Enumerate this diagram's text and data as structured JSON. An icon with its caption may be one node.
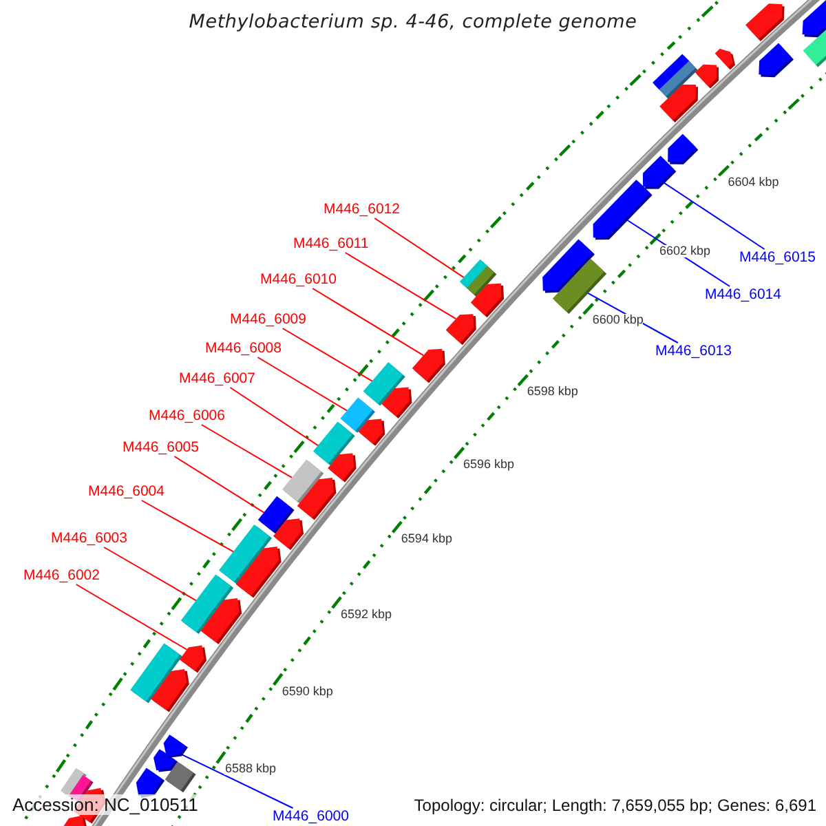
{
  "diagram": {
    "title": "Methylobacterium sp. 4-46, complete genome",
    "nodes": [
      {
        "text": [
          "M446_6012"
        ]
      },
      {
        "text": [
          "M446_6011"
        ]
      },
      {
        "text": [
          "M446_6010"
        ]
      },
      {
        "text": [
          "M446_6009"
        ]
      },
      {
        "text": [
          "M446_6008"
        ]
      },
      {
        "text": [
          "M446_6007"
        ]
      },
      {
        "text": [
          "M446_6006"
        ]
      },
      {
        "text": [
          "M446_6005"
        ]
      },
      {
        "text": [
          "M446_6004"
        ]
      },
      {
        "text": [
          "M446_6003"
        ]
      },
      {
        "text": [
          "M446_6002"
        ]
      },
      {
        "text": [
          "M446_6015"
        ]
      },
      {
        "text": [
          "M446_6014"
        ]
      },
      {
        "text": [
          "M446_6013"
        ]
      },
      {
        "text": [
          "M446_6000"
        ]
      },
      {
        "text": [],
        "shape": "box"
      },
      {
        "text": [],
        "shape": "box"
      },
      {
        "text": [],
        "shape": "arrow"
      },
      {
        "text": [],
        "shape": "arrow"
      },
      {
        "text": [],
        "shape": "arrow"
      },
      {
        "text": [],
        "shape": "box"
      },
      {
        "text": [],
        "shape": "arrow"
      },
      {
        "text": [],
        "shape": "arrow"
      },
      {
        "text": [],
        "shape": "arrow"
      },
      {
        "text": [],
        "shape": "box"
      },
      {
        "text": [],
        "shape": "arrow"
      },
      {
        "text": [],
        "shape": "box"
      },
      {
        "text": [],
        "shape": "arrow"
      },
      {
        "text": [],
        "shape": "box"
      },
      {
        "text": [],
        "shape": "arrow"
      },
      {
        "text": [],
        "shape": "box"
      },
      {
        "text": [],
        "shape": "arrow"
      },
      {
        "text": [],
        "shape": "box"
      },
      {
        "text": [],
        "shape": "arrow"
      },
      {
        "text": [],
        "shape": "box"
      },
      {
        "text": [],
        "shape": "arrow"
      },
      {
        "text": [],
        "shape": "box"
      },
      {
        "text": [],
        "shape": "arrow"
      },
      {
        "text": [],
        "shape": "box"
      },
      {
        "text": [],
        "shape": "arrow"
      },
      {
        "text": [],
        "shape": "arrow"
      },
      {
        "text": [],
        "shape": "arrow"
      },
      {
        "text": [],
        "shape": "box"
      },
      {
        "text": [],
        "shape": "box"
      },
      {
        "text": [],
        "shape": "arrow"
      },
      {
        "text": [],
        "shape": "arrow"
      },
      {
        "text": [],
        "shape": "box"
      },
      {
        "text": [],
        "shape": "arrow"
      },
      {
        "text": [],
        "shape": "arrow"
      },
      {
        "text": [],
        "shape": "arrow"
      },
      {
        "text": [],
        "shape": "arrow"
      },
      {
        "text": [],
        "shape": "box"
      },
      {
        "text": [],
        "shape": "box"
      },
      {
        "text": [],
        "shape": "arrow"
      },
      {
        "text": [],
        "shape": "arrow"
      },
      {
        "text": [],
        "shape": "arrow"
      },
      {
        "text": [],
        "shape": "arrow"
      },
      {
        "text": [],
        "shape": "arrow"
      },
      {
        "text": [],
        "shape": "box"
      }
    ],
    "edges": [
      {
        "from": 0,
        "to": 44,
        "arrow": "none"
      },
      {
        "from": 1,
        "to": 41,
        "arrow": "none"
      },
      {
        "from": 2,
        "to": 40,
        "arrow": "none"
      },
      {
        "from": 3,
        "to": 39,
        "arrow": "none"
      },
      {
        "from": 4,
        "to": 37,
        "arrow": "none"
      },
      {
        "from": 5,
        "to": 35,
        "arrow": "none"
      },
      {
        "from": 6,
        "to": 33,
        "arrow": "none"
      },
      {
        "from": 7,
        "to": 31,
        "arrow": "none"
      },
      {
        "from": 8,
        "to": 29,
        "arrow": "none"
      },
      {
        "from": 9,
        "to": 27,
        "arrow": "none"
      },
      {
        "from": 10,
        "to": 25,
        "arrow": "none"
      },
      {
        "from": 11,
        "to": 48,
        "arrow": "none",
        "color": "#0000ff"
      },
      {
        "from": 12,
        "to": 47,
        "arrow": "none",
        "color": "#0000ff"
      },
      {
        "from": 13,
        "to": 46,
        "arrow": "none",
        "color": "#0000ff"
      },
      {
        "from": 14,
        "to": 23,
        "arrow": "none",
        "color": "#0000ff"
      }
    ],
    "labels": [
      "6604 kbp",
      "6602 kbp",
      "6600 kbp",
      "6598 kbp",
      "6596 kbp",
      "6594 kbp",
      "6592 kbp",
      "6590 kbp",
      "6588 kbp",
      "Accession: NC_010511",
      "Topology: circular; Length: 7,659,055 bp; Genes: 6,691"
    ]
  }
}
